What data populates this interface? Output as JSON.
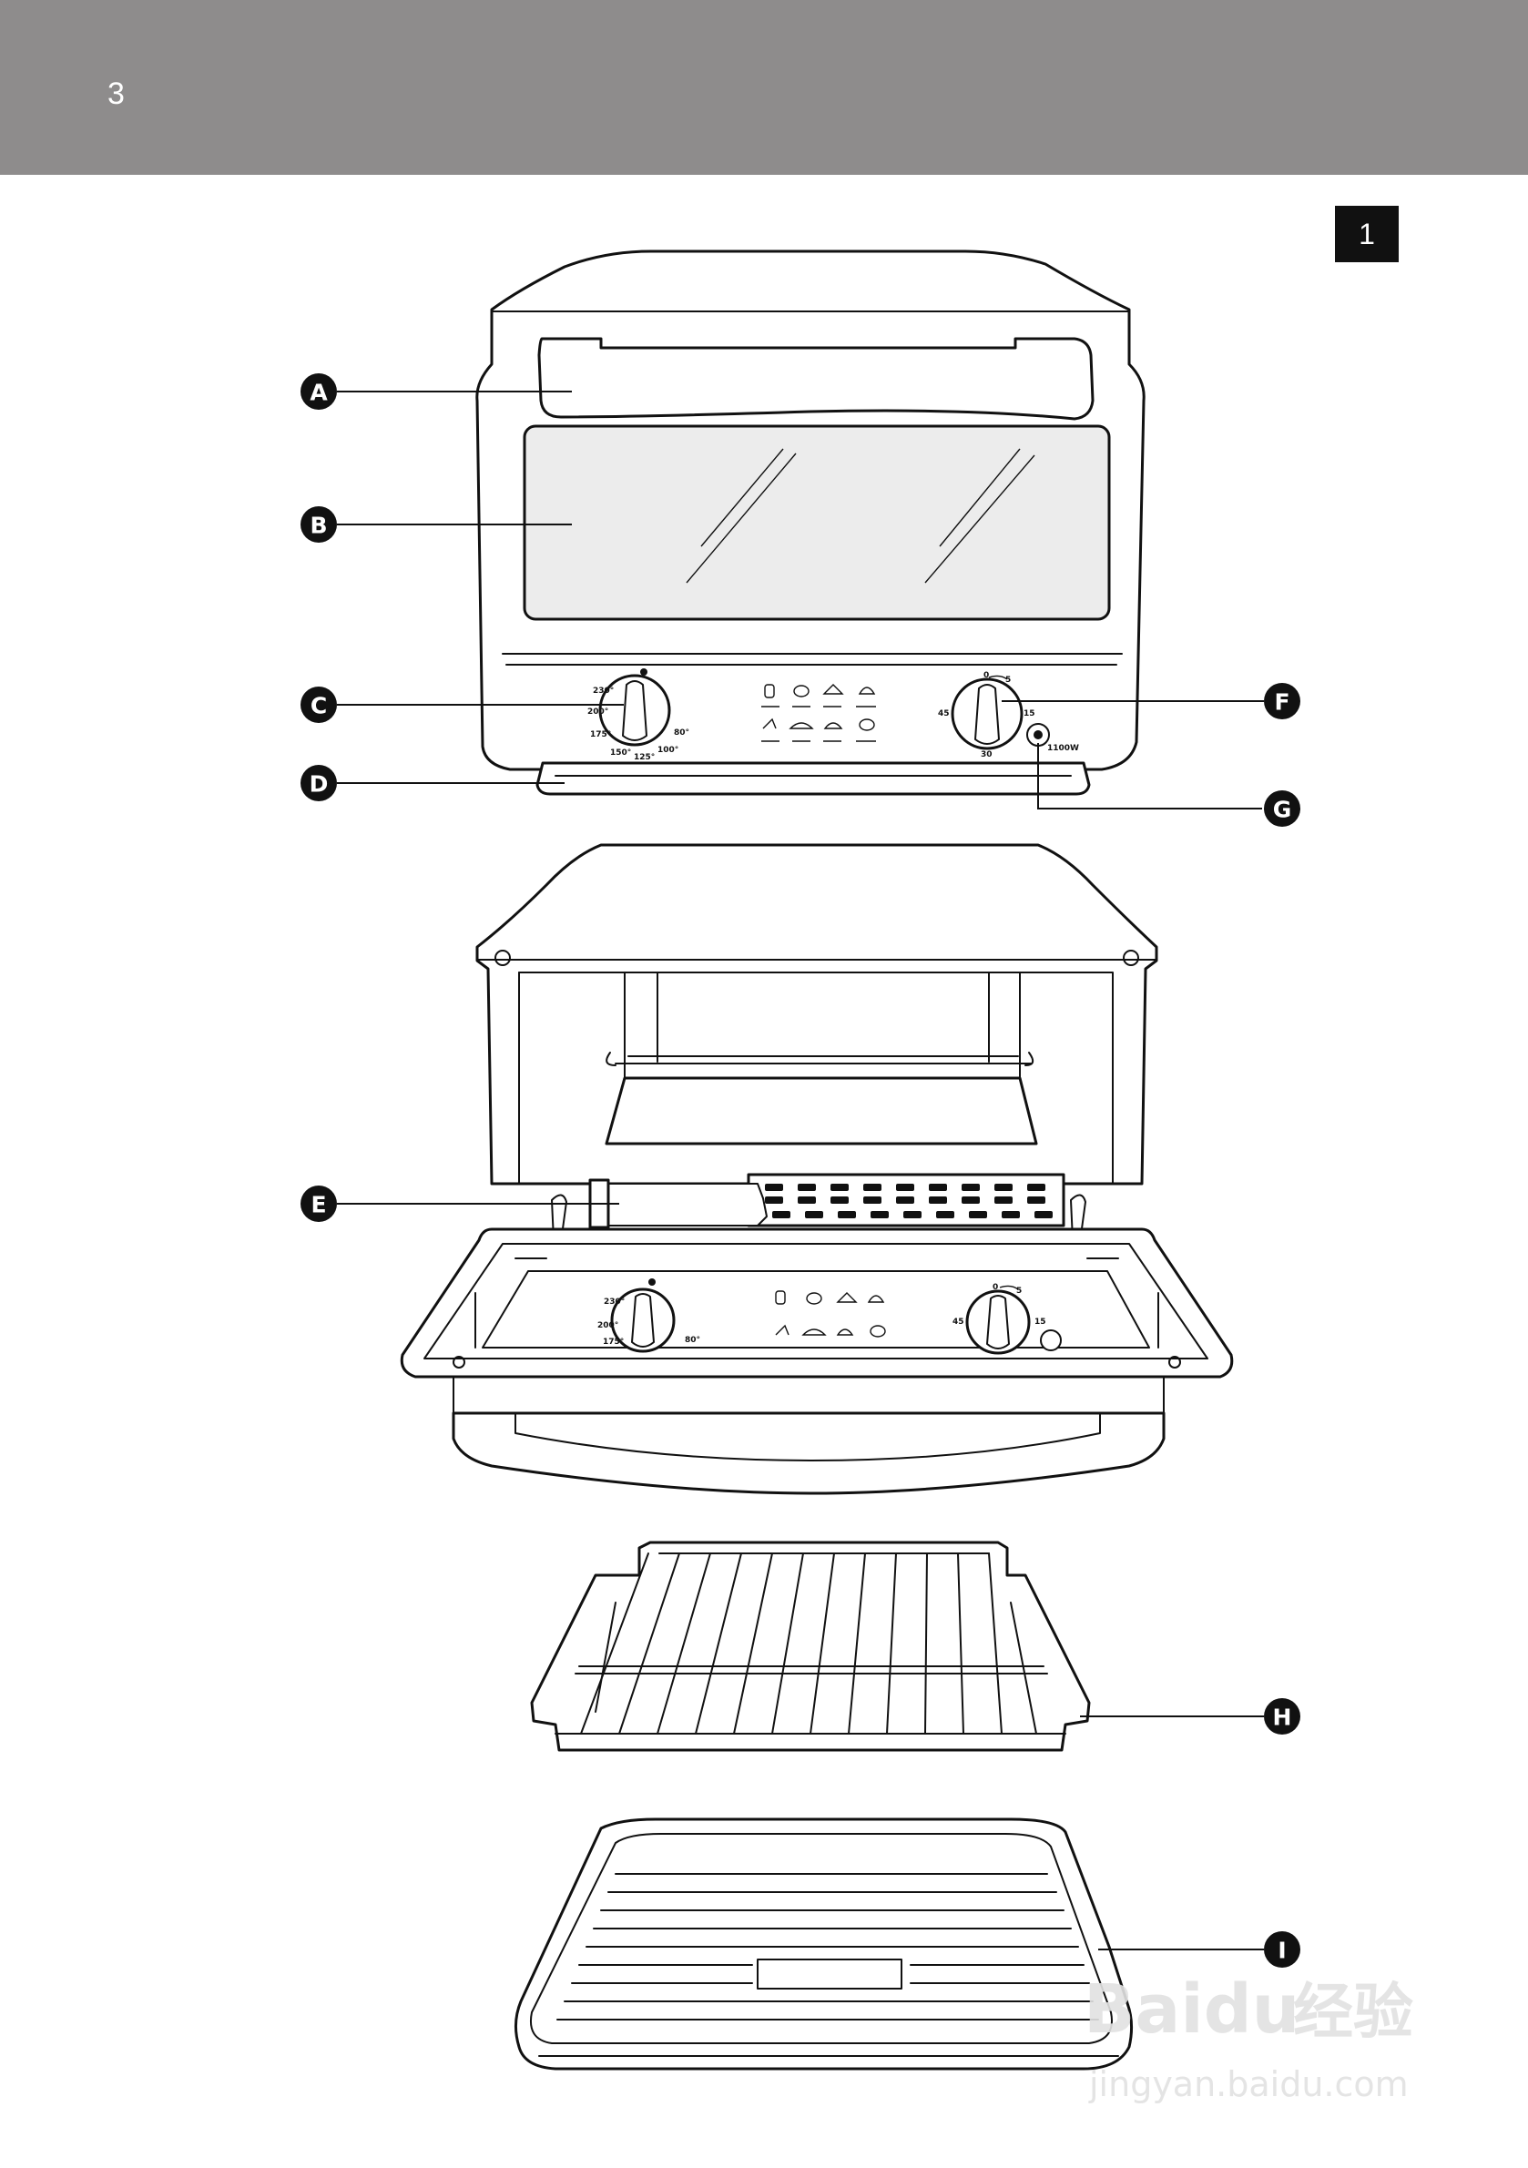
{
  "header": {
    "page_number": "3",
    "figure_number": "1"
  },
  "callouts": [
    "A",
    "B",
    "C",
    "D",
    "E",
    "F",
    "G",
    "H",
    "I"
  ],
  "temperature_dial_labels": [
    "230°",
    "200°",
    "175°",
    "150°",
    "125°",
    "100°",
    "80°"
  ],
  "timer_dial_labels": [
    "0",
    "5",
    "15",
    "30",
    "45"
  ],
  "power_label": "1100W",
  "open_oven_temperature_labels": [
    "230°",
    "200°",
    "175°",
    "80°"
  ],
  "open_oven_timer_labels": [
    "0",
    "5",
    "15",
    "45"
  ],
  "watermark": {
    "brand": "Baidu",
    "chinese": "经验",
    "url": "jingyan.baidu.com"
  },
  "colors": {
    "header_band": "#8e8c8c",
    "badge": "#111111",
    "line": "#111111"
  }
}
